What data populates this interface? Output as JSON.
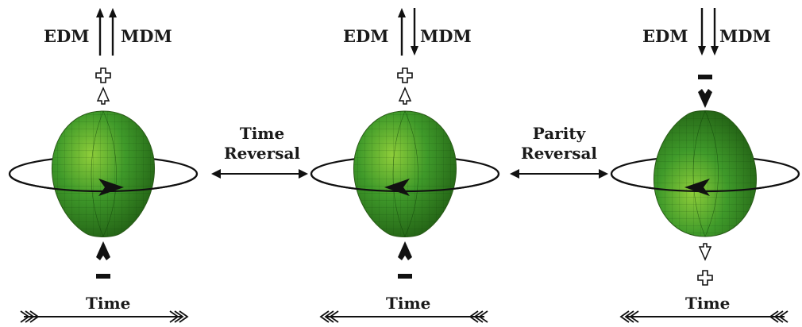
{
  "colors": {
    "ink": "#111111",
    "sphere_light": "#8fce3a",
    "sphere_mid": "#3f9a2a",
    "sphere_dark": "#1f5a12"
  },
  "panels": [
    {
      "edm_label": "EDM",
      "mdm_label": "MDM",
      "edm_direction": "up",
      "mdm_direction": "up",
      "top_pole_sign": "+",
      "bottom_pole_sign": "−",
      "rotation_direction": "right",
      "time_label": "Time",
      "time_direction": "forward"
    },
    {
      "edm_label": "EDM",
      "mdm_label": "MDM",
      "edm_direction": "up",
      "mdm_direction": "down",
      "top_pole_sign": "+",
      "bottom_pole_sign": "−",
      "rotation_direction": "left",
      "time_label": "Time",
      "time_direction": "backward"
    },
    {
      "edm_label": "EDM",
      "mdm_label": "MDM",
      "edm_direction": "down",
      "mdm_direction": "down",
      "top_pole_sign": "−",
      "bottom_pole_sign": "+",
      "rotation_direction": "left",
      "time_label": "Time",
      "time_direction": "backward"
    }
  ],
  "transforms": [
    {
      "line1": "Time",
      "line2": "Reversal"
    },
    {
      "line1": "Parity",
      "line2": "Reversal"
    }
  ]
}
